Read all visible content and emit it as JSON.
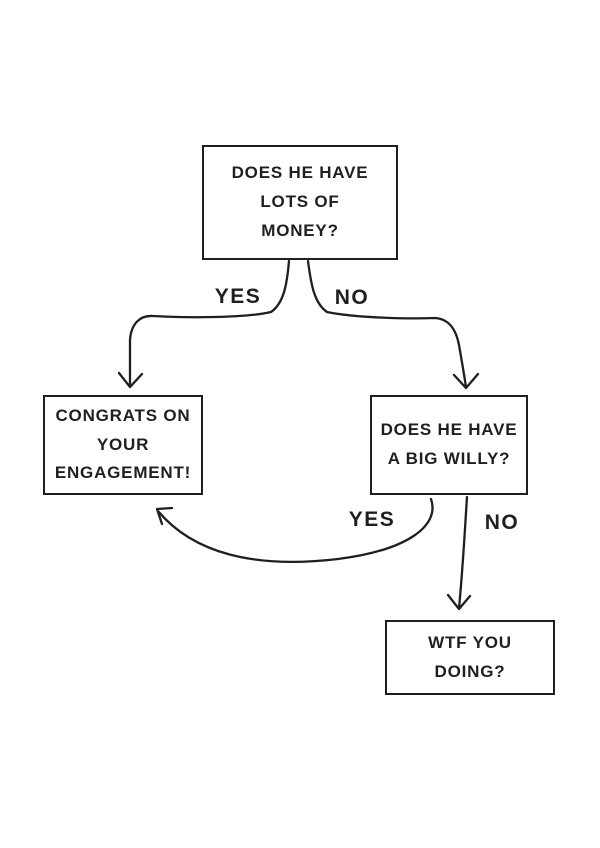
{
  "page": {
    "background_color": "#ffffff",
    "ink_color": "#1f1f1f"
  },
  "flowchart": {
    "nodes": [
      {
        "id": "question-money",
        "label": "DOES HE HAVE\nLOTS OF\nMONEY?"
      },
      {
        "id": "congrats",
        "label": "CONGRATS ON\nYOUR\nENGAGEMENT!"
      },
      {
        "id": "question-willy",
        "label": "DOES HE HAVE\nA BIG WILLY?"
      },
      {
        "id": "wtf",
        "label": "WTF YOU\nDOING?"
      }
    ],
    "edges": [
      {
        "from": "question-money",
        "to": "congrats",
        "label": "YES"
      },
      {
        "from": "question-money",
        "to": "question-willy",
        "label": "NO"
      },
      {
        "from": "question-willy",
        "to": "congrats",
        "label": "YES"
      },
      {
        "from": "question-willy",
        "to": "wtf",
        "label": "NO"
      }
    ]
  }
}
